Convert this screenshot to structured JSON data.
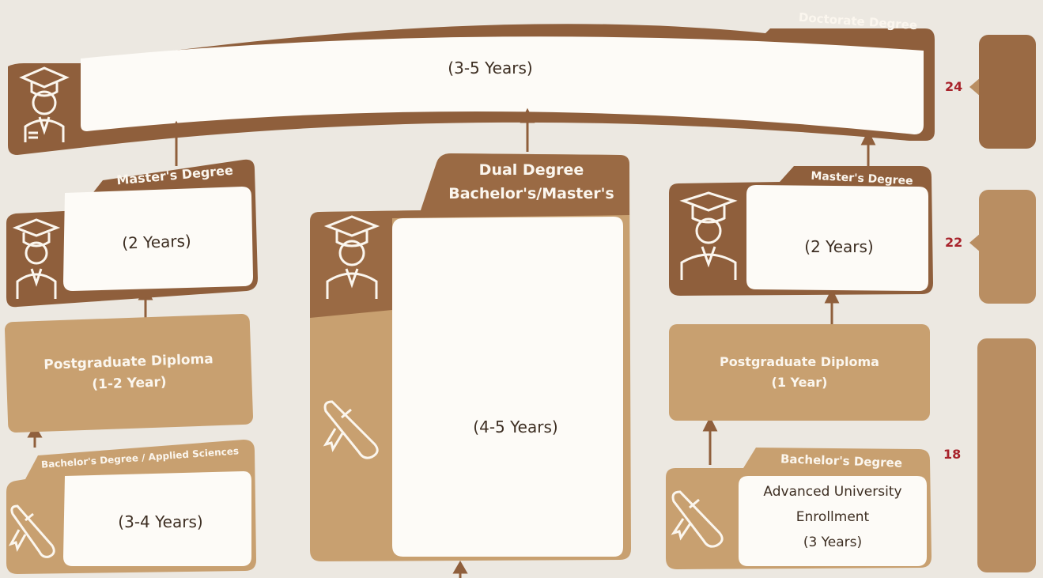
{
  "doctorate": {
    "tab": "Doctorate Degree",
    "duration": "(3-5 Years)"
  },
  "left": {
    "masters_tab": "Master's Degree",
    "masters_duration": "(2 Years)",
    "diploma_title": "Postgraduate Diploma",
    "diploma_duration": "(1-2 Year)",
    "bachelor_tab": "Bachelor's Degree / Applied Sciences",
    "bachelor_duration": "(3-4 Years)"
  },
  "middle": {
    "tab_line1": "Dual Degree",
    "tab_line2": "Bachelor's/Master's",
    "duration": "(4-5 Years)"
  },
  "right": {
    "masters_tab": "Master's Degree",
    "masters_duration": "(2 Years)",
    "diploma_title": "Postgraduate Diploma",
    "diploma_duration": "(1 Year)",
    "bachelor_tab": "Bachelor's Degree",
    "enroll_line1": "Advanced University",
    "enroll_line2": "Enrollment",
    "enroll_duration": "(3 Years)"
  },
  "ages": [
    "24",
    "22",
    "18"
  ],
  "colors": {
    "background": "#ece8e1",
    "dark_brown": "#8f5f3c",
    "tan": "#c8a070",
    "box_white": "#fdfbf7",
    "age_red": "#a8232b"
  },
  "icons": [
    "graduate-icon",
    "diploma-scroll-icon"
  ]
}
